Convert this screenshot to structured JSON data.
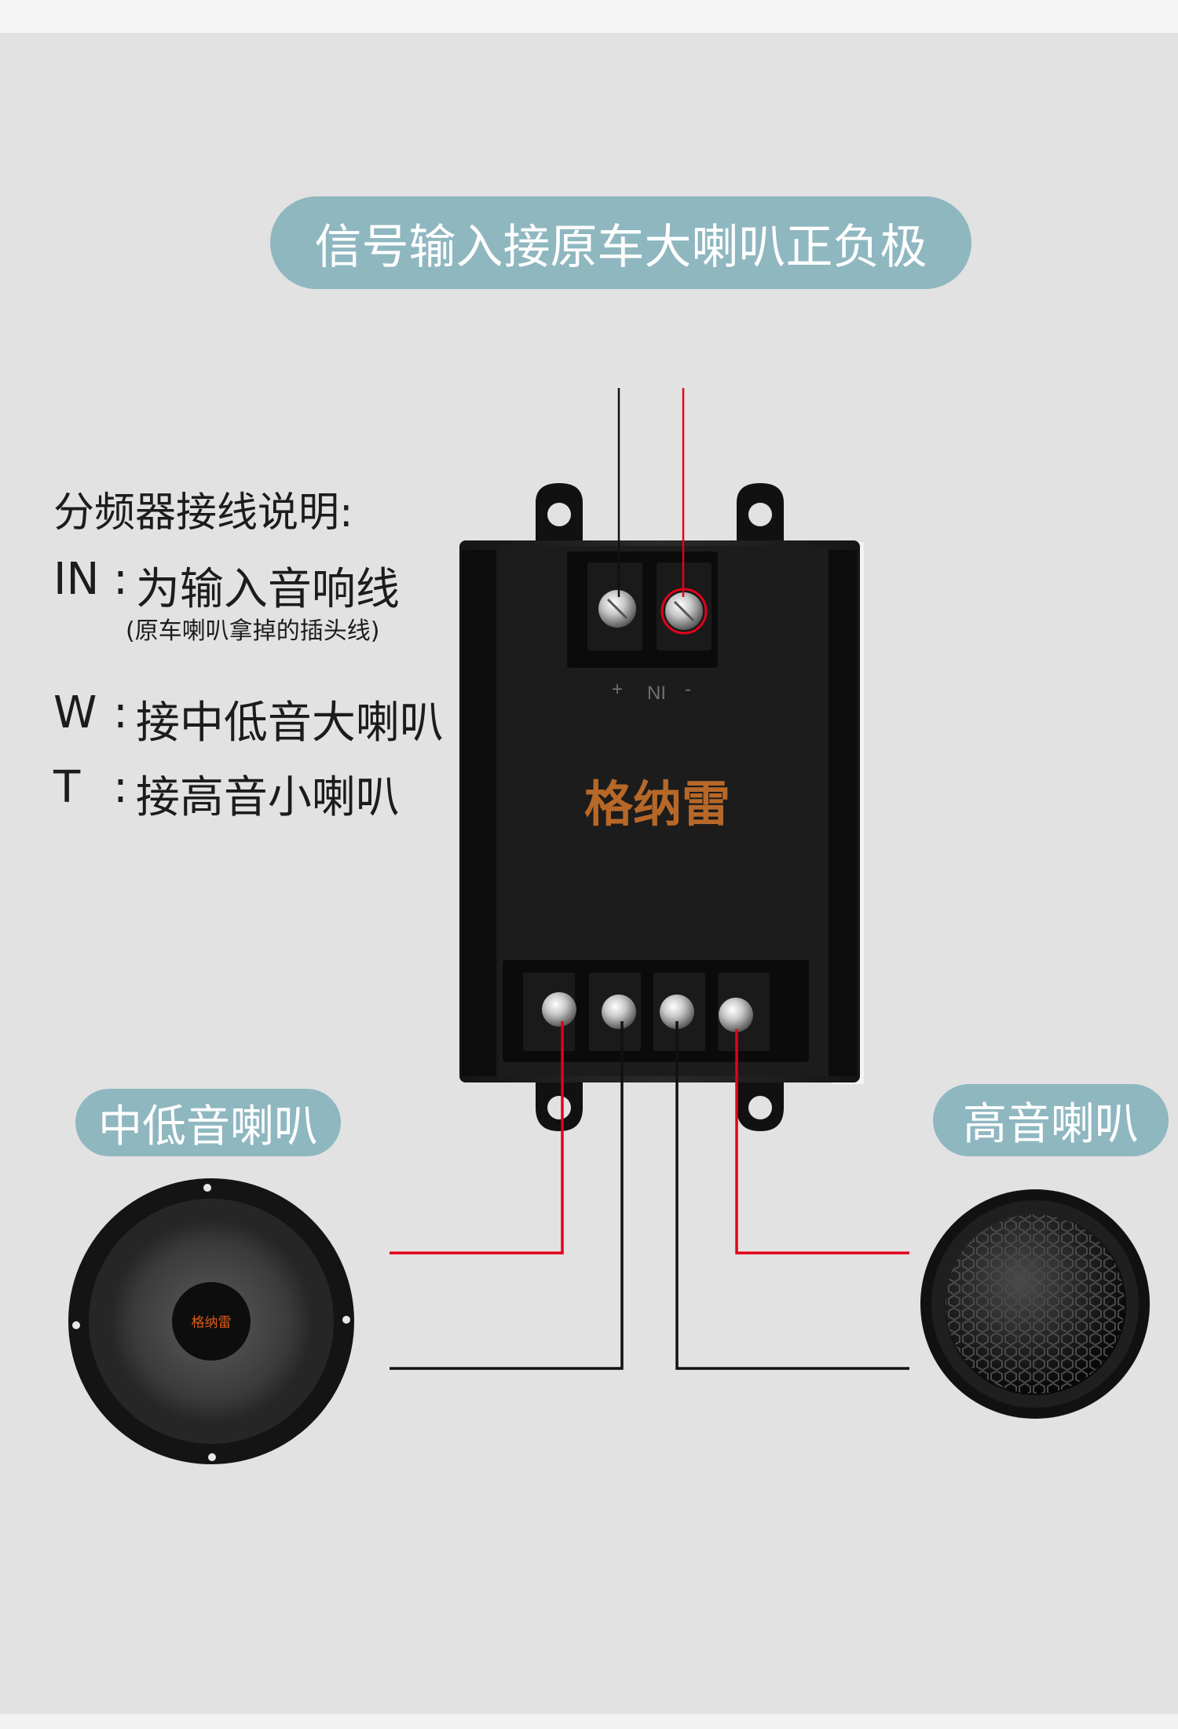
{
  "header": {
    "title": "信号输入接原车大喇叭正负极"
  },
  "instructions": {
    "title": "分频器接线说明:",
    "in": {
      "key": "IN",
      "sep": ":",
      "text": "为输入音响线",
      "note": "(原车喇叭拿掉的插头线)"
    },
    "w": {
      "key": "W",
      "sep": ":",
      "text": "接中低音大喇叭"
    },
    "t": {
      "key": "T",
      "sep": ":",
      "text": "接高音小喇叭"
    }
  },
  "device": {
    "brand": "格纳雷",
    "input_label": "NI",
    "input_plus": "+",
    "input_minus": "-"
  },
  "woofer": {
    "label": "中低音喇叭",
    "cap_logo": "格纳雷"
  },
  "tweeter": {
    "label": "高音喇叭"
  },
  "colors": {
    "background": "#e2e2e2",
    "pill": "#8fb7c0",
    "wire_red": "#e3001b",
    "wire_black": "#111111",
    "brand_text": "#b76828",
    "woofer_logo": "#e05a16"
  }
}
